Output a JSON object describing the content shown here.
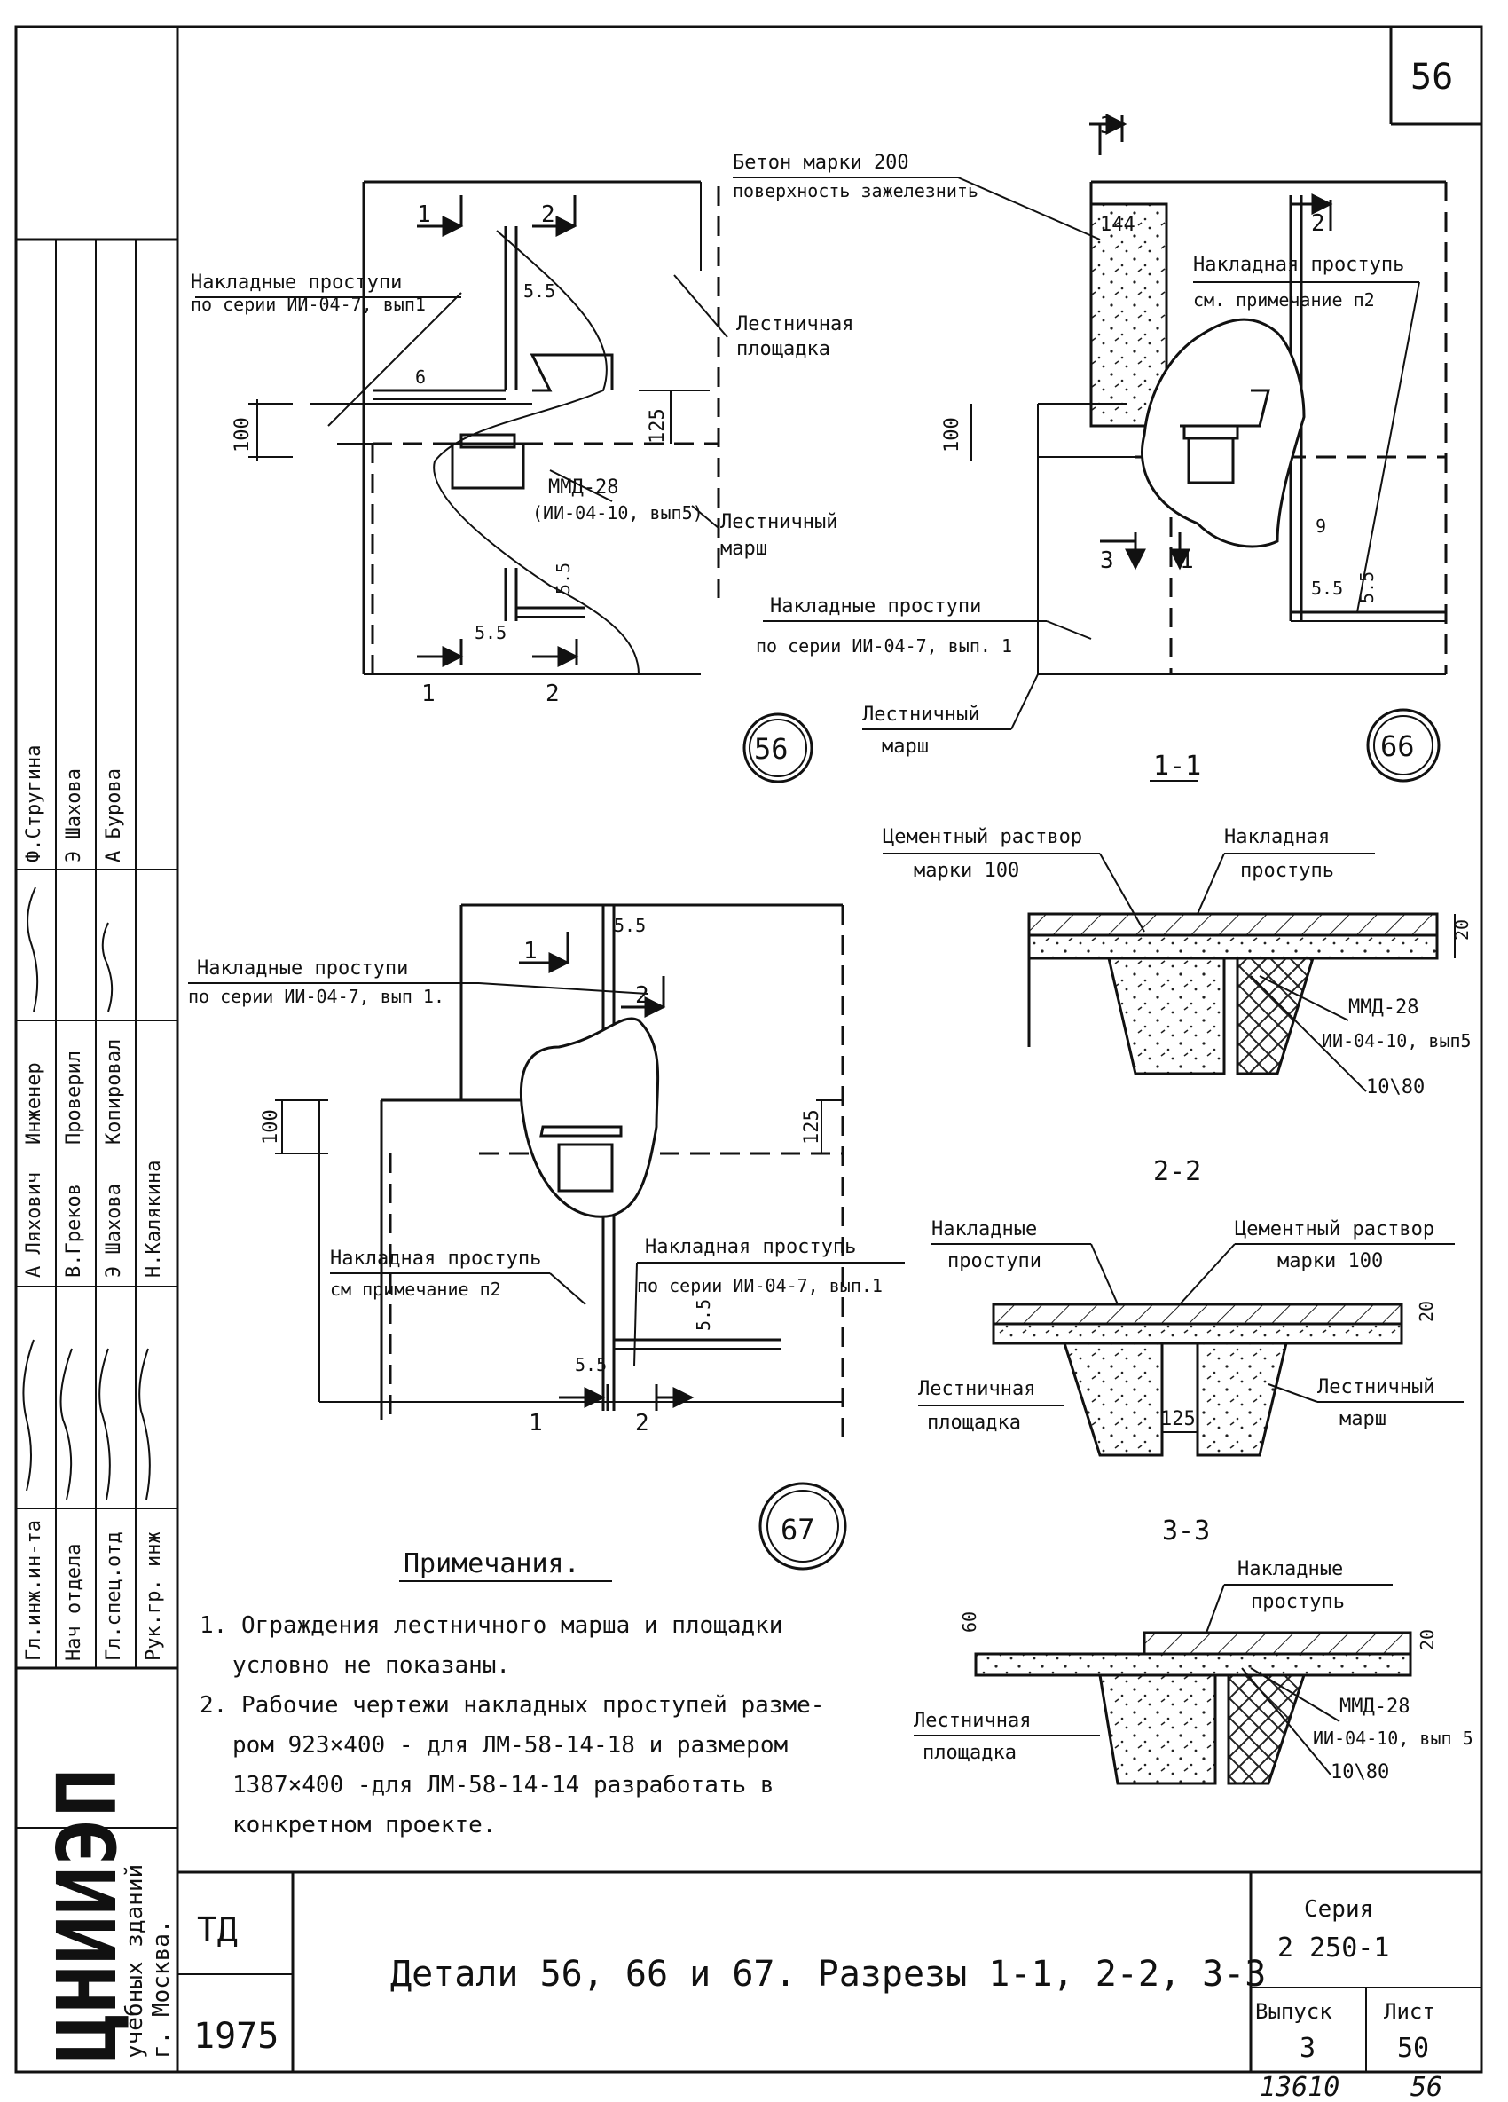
{
  "sheet": {
    "page_number": "56",
    "bottom_handwritten_left": "13610",
    "bottom_handwritten_right": "56"
  },
  "detail_56": {
    "circle_label": "56",
    "label_top": "Бетон марки 200",
    "label_top2": "поверхность зажелезнить",
    "nakl_l1": "Накладные проступи",
    "nakl_l2": "по серии ИИ-04-7, вып1",
    "lest_pl_1": "Лестничная",
    "lest_pl_2": "площадка",
    "mmd_1": "ММД-28",
    "mmd_2": "(ИИ-04-10, вып5)",
    "lest_m_1": "Лестничный",
    "lest_m_2": "марш",
    "dim_100": "100",
    "dim_125": "125",
    "dim_6": "6",
    "dim_55a": "5.5",
    "dim_55b": "5.5",
    "dim_55c": "5.5",
    "mark_1": "1",
    "mark_2": "2"
  },
  "detail_66": {
    "circle_label": "66",
    "section_label": "1-1",
    "mark_3": "3",
    "dim_144": "144",
    "nakl_1": "Накладная проступь",
    "nakl_2": "см. примечание п2",
    "dim_100": "100",
    "nakl_m1": "Накладные проступи",
    "nakl_m2": "по серии ИИ-04-7, вып. 1",
    "lest_m_1": "Лестничный",
    "lest_m_2": "марш",
    "dim_55a": "5.5",
    "dim_55b": "5.5",
    "dim_9": "9",
    "mark_1": "1",
    "mark_2": "2"
  },
  "detail_67": {
    "circle_label": "67",
    "nakl_1": "Накладные проступи",
    "nakl_2": "по серии ИИ-04-7, вып 1.",
    "dim_100": "100",
    "dim_125": "125",
    "dim_55a": "5.5",
    "dim_55b": "5.5",
    "dim_55c": "5.5",
    "nakl_a1": "Накладная проступь",
    "nakl_a2": "см примечание п2",
    "nakl_b1": "Накладная проступь",
    "nakl_b2": "по серии ИИ-04-7, вып.1",
    "mark_1": "1",
    "mark_2": "2"
  },
  "section_11": {
    "cem_1": "Цементный раствор",
    "cem_2": "марки 100",
    "nakl_1": "Накладная",
    "nakl_2": "проступь",
    "dim_20": "20",
    "mmd_1": "ММД-28",
    "mmd_2": "ИИ-04-10, вып5",
    "weld": "10\\80"
  },
  "section_22": {
    "title": "2-2",
    "nakl_1": "Накладные",
    "nakl_2": "проступи",
    "cem_1": "Цементный раствор",
    "cem_2": "марки 100",
    "dim_20": "20",
    "lest_pl_1": "Лестничная",
    "lest_pl_2": "площадка",
    "dim_125": "125",
    "lest_m_1": "Лестничный",
    "lest_m_2": "марш"
  },
  "section_33": {
    "title": "3-3",
    "nakl_1": "Накладные",
    "nakl_2": "проступь",
    "dim_60": "60",
    "dim_20": "20",
    "lest_pl_1": "Лестничная",
    "lest_pl_2": "площадка",
    "mmd_1": "ММД-28",
    "mmd_2": "ИИ-04-10, вып 5",
    "weld": "10\\80"
  },
  "notes": {
    "title": "Примечания.",
    "line1": "1. Ограждения лестничного марша и площадки",
    "line2": "условно не показаны.",
    "line3": "2. Рабочие чертежи накладных проступей разме-",
    "line4": "ром 923×400 - для ЛМ-58-14-18 и размером",
    "line5": "1387×400 -для ЛМ-58-14-14 разработать в",
    "line6": "конкретном проекте."
  },
  "title_block": {
    "org_logo": "ЦНИИЭП",
    "org_line1": "учебных зданий",
    "org_line2": "г. Москва.",
    "td": "ТД",
    "year": "1975",
    "title": "Детали 56, 66 и 67.  Разрезы 1-1, 2-2, 3-3",
    "seriya_label": "Серия",
    "seriya_value": "2 250-1",
    "vypusk_label": "Выпуск",
    "vypusk_value": "3",
    "list_label": "Лист",
    "list_value": "50"
  },
  "stamp": {
    "roles": [
      "Гл.инж.ин-та",
      "Нач отдела",
      "Гл.спец.отд",
      "Рук.гр. инж"
    ],
    "names": [
      "А Ляхович",
      "В.Греков",
      "Э Шахова",
      "Н.Калякина"
    ],
    "roles2": [
      "Инженер",
      "Проверил",
      "Копировал"
    ],
    "names2": [
      "Ф.Стругина",
      "Э Шахова",
      "А Бурова"
    ]
  }
}
